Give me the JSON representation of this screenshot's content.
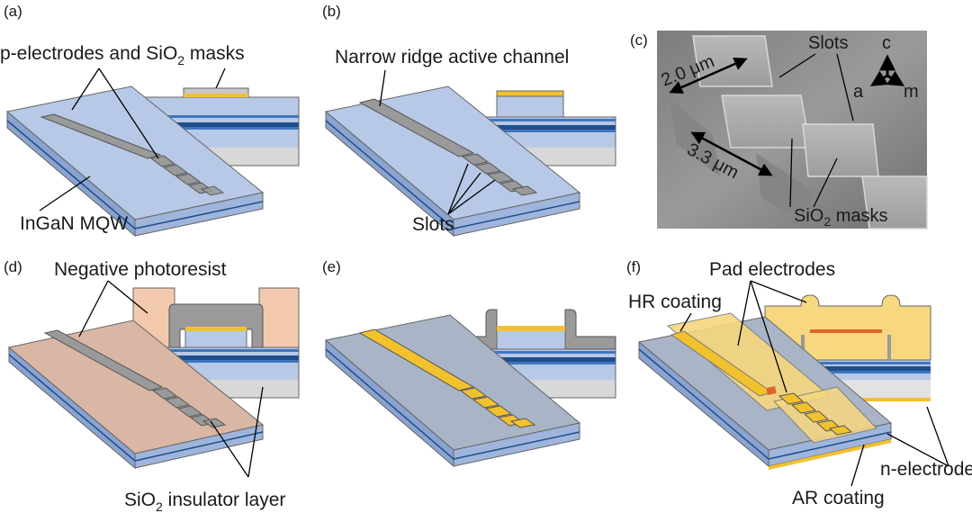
{
  "panels": {
    "a": {
      "tag": "(a)",
      "label_electrodes_prefix": "p-electrodes and SiO",
      "label_electrodes_sub": "2",
      "label_electrodes_suffix": " masks",
      "label_mqw": "InGaN MQW"
    },
    "b": {
      "tag": "(b)",
      "label_ridge": "Narrow ridge active channel",
      "label_slots": "Slots"
    },
    "c": {
      "tag": "(c)",
      "label_slots": "Slots",
      "dim_short": "2.0 μm",
      "dim_long": "3.3 μm",
      "label_masks_prefix": "SiO",
      "label_masks_sub": "2",
      "label_masks_suffix": " masks",
      "axis_c": "c",
      "axis_a": "a",
      "axis_m": "m"
    },
    "d": {
      "tag": "(d)",
      "label_photoresist": "Negative photoresist",
      "label_insulator_prefix": "SiO",
      "label_insulator_sub": "2",
      "label_insulator_suffix": " insulator layer"
    },
    "e": {
      "tag": "(e)"
    },
    "f": {
      "tag": "(f)",
      "label_pad": "Pad electrodes",
      "label_hr": "HR coating",
      "label_n": "n-electrode",
      "label_ar": "AR coating"
    }
  },
  "colors": {
    "substrate_top": "#b7c9e6",
    "substrate_side": "#9fb5db",
    "substrate_front": "#8aa3cf",
    "mqw_dark": "#1f4e8c",
    "mqw_mid": "#3f76bf",
    "ridge_gray": "#9a9a9a",
    "electrode_yellow": "#f2c12e",
    "photoresist": "#f3c9ad",
    "pad_yellow": "#f7d77f",
    "red_dot": "#e0652b",
    "sem_bg": "#8f8f8f"
  }
}
